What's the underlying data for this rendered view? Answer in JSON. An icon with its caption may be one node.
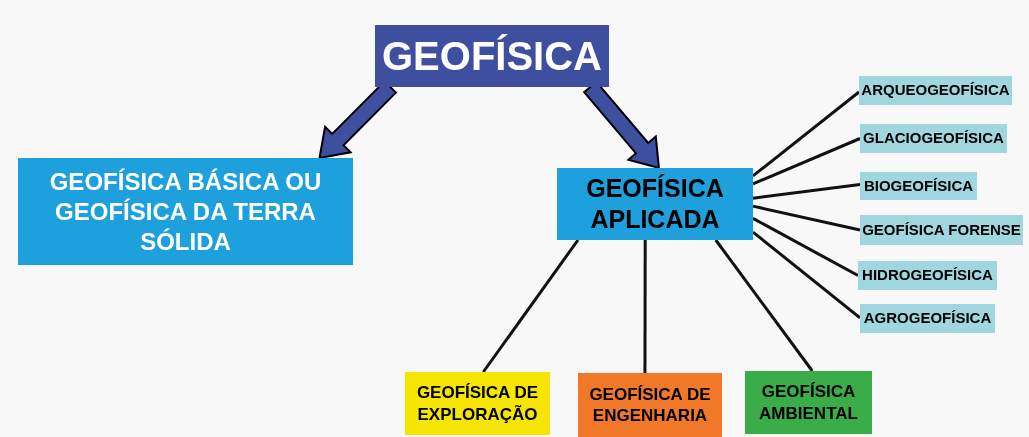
{
  "diagram": {
    "nodes": [
      {
        "text": [
          "GEOFÍSICA"
        ]
      },
      {
        "text": [
          "GEOFÍSICA BÁSICA OU GEOFÍSICA DA TERRA SÓLIDA"
        ]
      },
      {
        "text": [
          "GEOFÍSICA APLICADA"
        ]
      },
      {
        "text": [
          "ARQUEOGEOFÍSICA"
        ]
      },
      {
        "text": [
          "GLACIOGEOFÍSICA"
        ]
      },
      {
        "text": [
          "BIOGEOFÍSICA"
        ]
      },
      {
        "text": [
          "GEOFÍSICA FORENSE"
        ]
      },
      {
        "text": [
          "HIDROGEOFÍSICA"
        ]
      },
      {
        "text": [
          "AGROGEOFÍSICA"
        ]
      },
      {
        "text": [
          "GEOFÍSICA DE EXPLORAÇÃO"
        ]
      },
      {
        "text": [
          "GEOFÍSICA DE ENGENHARIA"
        ]
      },
      {
        "text": [
          "GEOFÍSICA AMBIENTAL"
        ]
      }
    ],
    "edges": [
      {
        "from": 0,
        "to": 1,
        "arrow": "to",
        "style": "thick",
        "color": "#3f4fa0"
      },
      {
        "from": 0,
        "to": 2,
        "arrow": "to",
        "style": "thick",
        "color": "#3f4fa0"
      },
      {
        "from": 2,
        "to": 3,
        "arrow": "none"
      },
      {
        "from": 2,
        "to": 4,
        "arrow": "none"
      },
      {
        "from": 2,
        "to": 5,
        "arrow": "none"
      },
      {
        "from": 2,
        "to": 6,
        "arrow": "none"
      },
      {
        "from": 2,
        "to": 7,
        "arrow": "none"
      },
      {
        "from": 2,
        "to": 8,
        "arrow": "none"
      },
      {
        "from": 2,
        "to": 9,
        "arrow": "none"
      },
      {
        "from": 2,
        "to": 10,
        "arrow": "none"
      },
      {
        "from": 2,
        "to": 11,
        "arrow": "none"
      }
    ]
  }
}
